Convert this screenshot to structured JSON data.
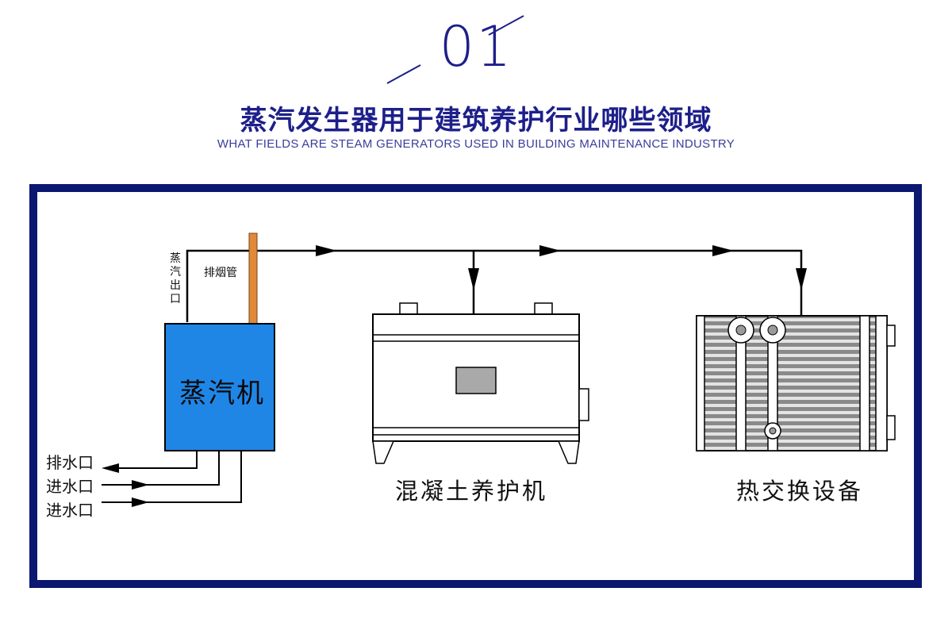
{
  "header": {
    "number": "01",
    "title_cn": "蒸汽发生器用于建筑养护行业哪些领域",
    "title_en": "WHAT FIELDS ARE STEAM GENERATORS USED IN BUILDING MAINTENANCE INDUSTRY"
  },
  "diagram": {
    "steam_machine_label": "蒸汽机",
    "steam_outlet_label": "蒸汽出口",
    "chimney_label": "排烟管",
    "pipe_labels": [
      "排水口",
      "进水口",
      "进水口"
    ],
    "device_1_label": "混凝土养护机",
    "device_2_label": "热交换设备"
  },
  "colors": {
    "brand": "#1d1f8a",
    "frame": "#0c1770",
    "machine_fill": "#1f86e6",
    "chimney": "#e0893a"
  }
}
